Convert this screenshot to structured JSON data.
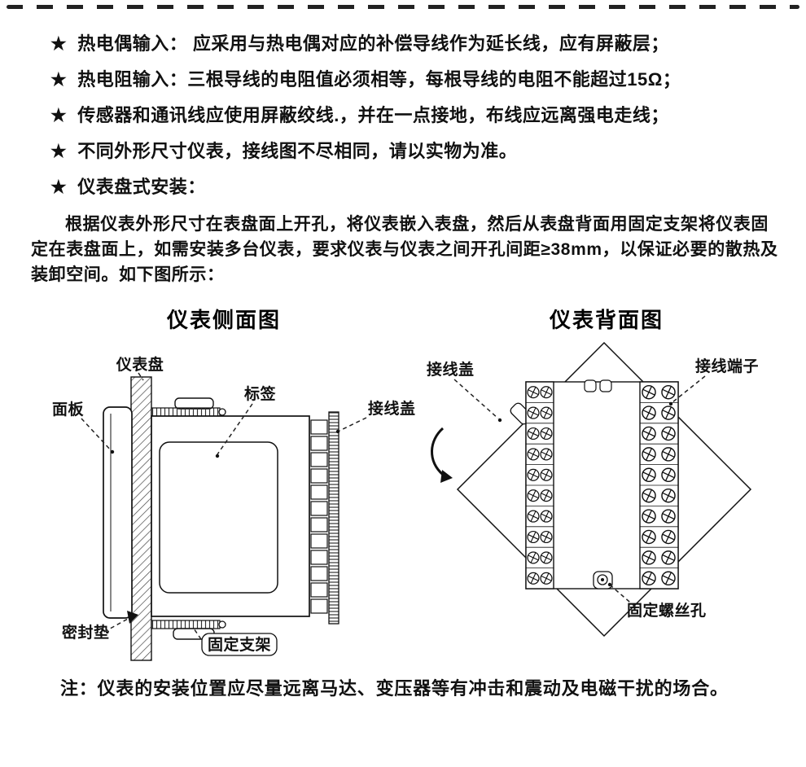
{
  "bullets": [
    {
      "marker": "★",
      "text": "热电偶输入： 应采用与热电偶对应的补偿导线作为延长线，应有屏蔽层；"
    },
    {
      "marker": "★",
      "text": "热电阻输入：三根导线的电阻值必须相等，每根导线的电阻不能超过15Ω；"
    },
    {
      "marker": "★",
      "text": "传感器和通讯线应使用屏蔽绞线.，并在一点接地，布线应远离强电走线；"
    },
    {
      "marker": "★",
      "text": "不同外形尺寸仪表，接线图不尽相同，请以实物为准。"
    },
    {
      "marker": "★",
      "text": "仪表盘式安装："
    }
  ],
  "installation_paragraph": "根据仪表外形尺寸在表盘面上开孔，将仪表嵌入表盘，然后从表盘背面用固定支架将仪表固定在表盘面上，如需安装多台仪表，要求仪表与仪表之间开孔间距≥38mm，以保证必要的散热及装卸空间。如下图所示：",
  "side_view": {
    "title": "仪表侧面图",
    "cover_slats": 12,
    "labels": {
      "panel": "仪表盘",
      "front_panel": "面板",
      "tag": "标签",
      "wiring_cover": "接线盖",
      "seal_gasket": "密封垫",
      "fixing_bracket": "固定支架"
    }
  },
  "back_view": {
    "title": "仪表背面图",
    "terminal_rows": 10,
    "labels": {
      "wiring_cover": "接线盖",
      "terminal": "接线端子",
      "screw_hole": "固定螺丝孔"
    }
  },
  "note": "注：仪表的安装位置应尽量远离马达、变压器等有冲击和震动及电磁干扰的场合。"
}
